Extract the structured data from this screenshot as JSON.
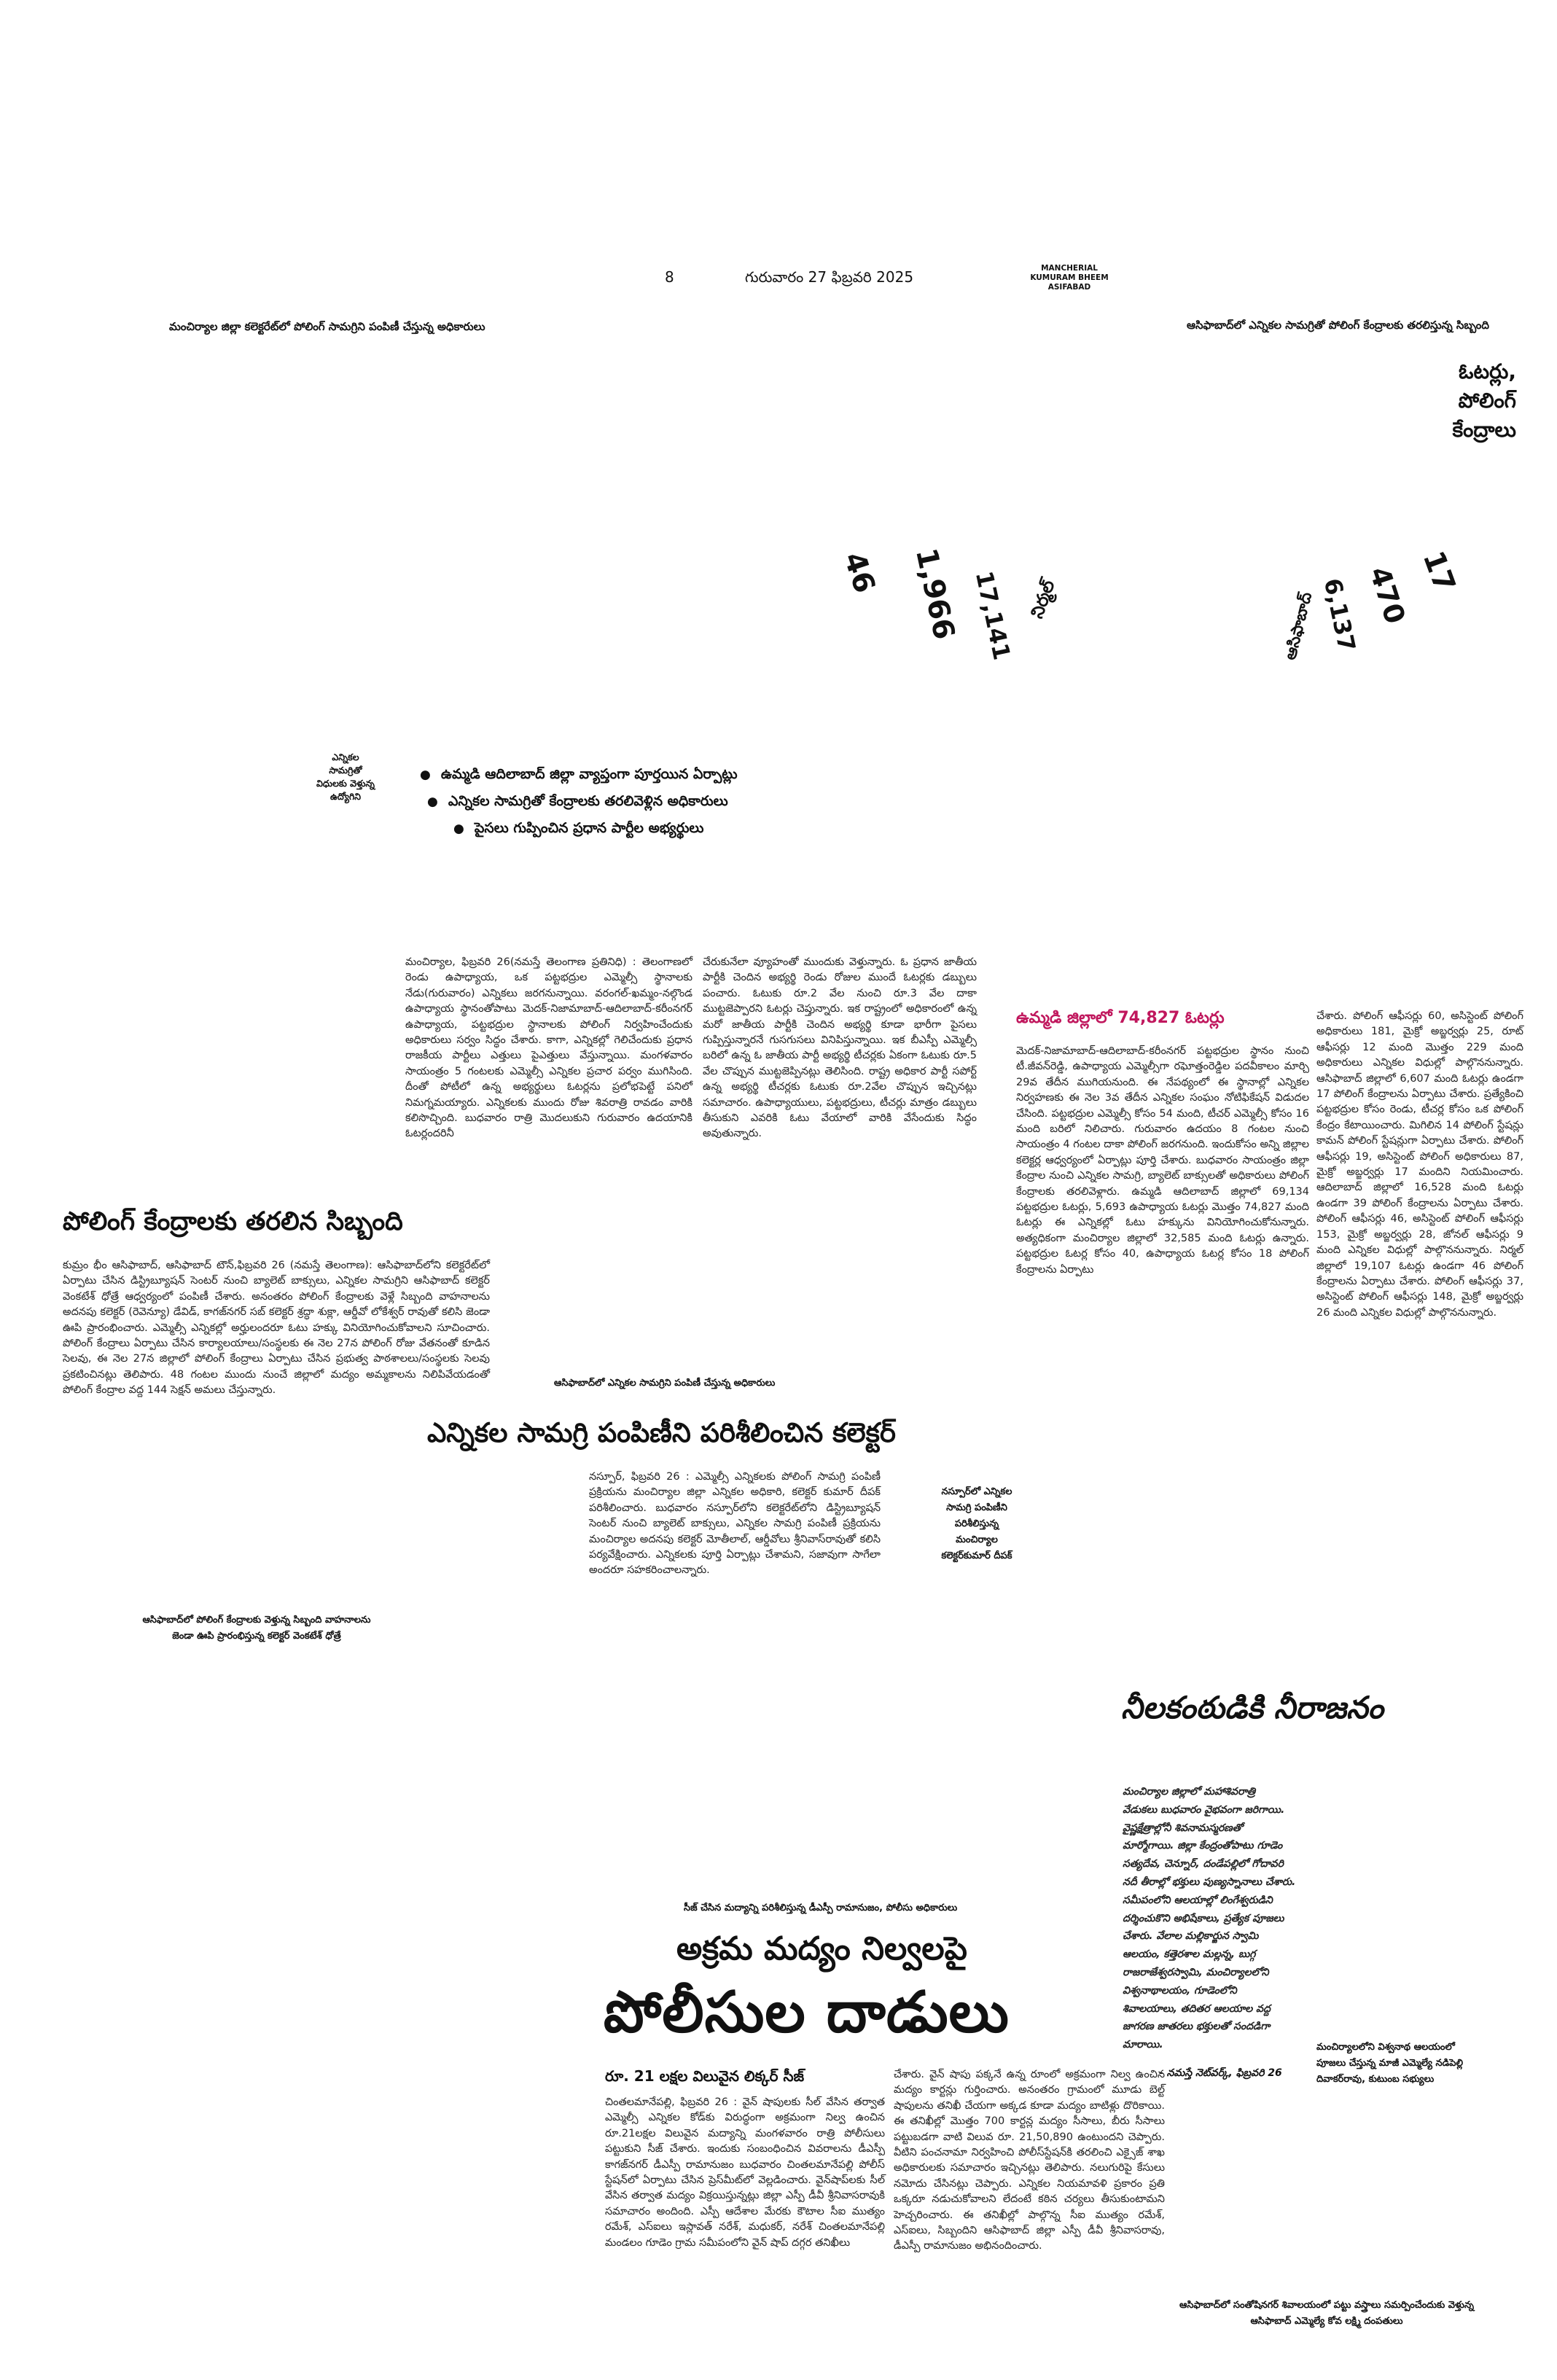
{
  "masthead": {
    "page_number": "8",
    "date": "గురువారం 27 ఫిబ్రవరి 2025",
    "edition": [
      "MANCHERIAL",
      "KUMURAM BHEEM",
      "ASIFABAD"
    ]
  },
  "captions": {
    "top_left": "మంచిర్యాల జిల్లా కలెక్టరేట్‌లో పోలింగ్ సామగ్రిని పంపిణీ చేస్తున్న అధికారులు",
    "top_right": "ఆసిఫాబాద్‌లో ఎన్నికల సామగ్రితో పోలింగ్ కేంద్రాలకు తరలిస్తున్న సిబ్బంది",
    "election_staff": [
      "ఎన్నికల",
      "సామగ్రితో",
      "విధులకు వెళ్తున్న",
      "ఉద్యోగిని"
    ],
    "asifabad_material": "ఆసిఫాబాద్‌లో ఎన్నికల సామగ్రిని పంపిణీ చేస్తున్న అధికారులు",
    "naspur": [
      "నస్పూర్‌లో ఎన్నికల",
      "సామగ్రి పంపిణీని",
      "పరిశీలిస్తున్న",
      "మంచిర్యాల",
      "కలెక్టర్‌కుమార్ దీపక్"
    ],
    "vehicles": [
      "ఆసిఫాబాద్‌లో పోలింగ్ కేంద్రాలకు వెళ్తున్న సిబ్బంది వాహనాలను",
      "జెండా ఊపి ప్రారంభిస్తున్న కలెక్టర్ వెంకటేశ్ ధోత్రే"
    ],
    "police_seized": "సీజ్ చేసిన మద్యాన్ని పరిశీలిస్తున్న డీఎస్పీ రామానుజం, పోలీసు అధికారులు",
    "mla_temple": [
      "మంచిర్యాలలోని విశ్వనాథ ఆలయంలో",
      "పూజలు చేస్తున్న మాజీ ఎమ్మెల్యే నడిపెల్లి",
      "దివాకర్‌రావు, కుటుంబ సభ్యులు"
    ],
    "bottom_right": [
      "ఆసిఫాబాద్‌లో సంతోషినగర్ శివాలయంలో పట్టు వస్త్రాలు సమర్పించేందుకు వెళ్తున్న",
      "ఆసిఫాబాద్ ఎమ్మెల్యే కోవ లక్ష్మి దంపతులు"
    ]
  },
  "infographic": {
    "title": [
      "ఓటర్లు,",
      "పోలింగ్",
      "కేంద్రాలు"
    ],
    "nirmal": {
      "polling_centres": "46",
      "voters_a": "1,966",
      "voters_b": "17,141",
      "district": "నిర్మల్"
    },
    "asifabad": {
      "polling_centres": "17",
      "voters_a": "470",
      "voters_b": "6,137",
      "district": "ఆసిఫాబాద్"
    }
  },
  "bullets": [
    "ఉమ్మడి ఆదిలాబాద్ జిల్లా వ్యాప్తంగా పూర్తయిన ఏర్పాట్లు",
    "ఎన్నికల సామగ్రితో కేంద్రాలకు తరలివెళ్లిన అధికారులు",
    "పైసలు గుప్పించిన ప్రధాన పార్టీల అభ్యర్థులు"
  ],
  "lead_story": {
    "col1": "మంచిర్యాల, ఫిబ్రవరి 26(నమస్తే తెలంగాణ ప్రతినిధి) : తెలంగాణలో రెండు ఉపాధ్యాయ, ఒక పట్టభద్రుల ఎమ్మెల్సీ స్థానాలకు నేడు(గురువారం) ఎన్నికలు జరగనున్నాయి. వరంగల్-ఖమ్మం-నల్గొండ ఉపాధ్యాయ స్థానంతోపాటు మెదక్-నిజామాబాద్-ఆదిలాబాద్-కరీంనగర్ ఉపాధ్యాయ, పట్టభద్రుల స్థానాలకు పోలింగ్ నిర్వహించేందుకు అధికారులు సర్వం సిద్ధం చేశారు. కాగా, ఎన్నికల్లో గెలిచేందుకు ప్రధాన రాజకీయ పార్టీలు ఎత్తులు పైఎత్తులు వేస్తున్నాయి. మంగళవారం సాయంత్రం 5 గంటలకు ఎమ్మెల్సీ ఎన్నికల ప్రచార పర్వం ముగిసింది. దీంతో పోటీలో ఉన్న అభ్యర్థులు ఓటర్లను ప్రలోభపెట్టే పనిలో నిమగ్నమయ్యారు. ఎన్నికలకు ముందు రోజు శివరాత్రి రావడం వారికి కలిసొచ్చింది. బుధవారం రాత్రి మొదలుకుని గురువారం ఉదయానికి ఓటర్లందరినీ",
    "col2": "చేరుకునేలా వ్యూహంతో ముందుకు వెళ్తున్నారు. ఓ ప్రధాన జాతీయ పార్టీకి చెందిన అభ్యర్థి రెండు రోజుల ముందే ఓటర్లకు డబ్బులు పంచారు. ఓటుకు రూ.2 వేల నుంచి రూ.3 వేల దాకా ముట్టజెప్పారని ఓటర్లు చెప్తున్నారు. ఇక రాష్ట్రంలో అధికారంలో ఉన్న మరో జాతీయ పార్టీకి చెందిన అభ్యర్థి కూడా భారీగా పైసలు గుప్పిస్తున్నారనే గుసగుసలు వినిపిస్తున్నాయి. ఇక బీఎస్పీ ఎమ్మెల్సీ బరిలో ఉన్న ఓ జాతీయ పార్టీ అభ్యర్థి టీచర్లకు ఏకంగా ఓటుకు రూ.5 వేల చొప్పున ముట్టజెప్పినట్లు తెలిసింది. రాష్ట్ర అధికార పార్టీ సపోర్ట్ ఉన్న అభ్యర్థి టీచర్లకు ఓటుకు రూ.2వేల చొప్పున ఇచ్చినట్లు సమాచారం. ఉపాధ్యాయులు, పట్టభద్రులు, టీచర్లు మాత్రం డబ్బులు తీసుకుని ఎవరికి ఓటు వేయాలో వారికి వేసేందుకు సిద్ధం అవుతున్నారు."
  },
  "district_story": {
    "headline": "ఉమ్మడి జిల్లాలో 74,827 ఓటర్లు",
    "col1": "మెదక్-నిజామాబాద్-ఆదిలాబాద్-కరీంనగర్ పట్టభద్రుల స్థానం నుంచి టీ.జీవన్‌రెడ్డి, ఉపాధ్యాయ ఎమ్మెల్సీగా రఘోత్తంరెడ్డిల పదవీకాలం మార్చి 29వ తేదీన ముగియనుంది. ఈ నేపథ్యంలో ఈ స్థానాల్లో ఎన్నికల నిర్వహణకు ఈ నెల 3వ తేదీన ఎన్నికల సంఘం నోటిఫికేషన్ విడుదల చేసింది. పట్టభద్రుల ఎమ్మెల్సీ కోసం 54 మంది, టీచర్ ఎమ్మెల్సీ కోసం 16 మంది బరిలో నిలిచారు. గురువారం ఉదయం 8 గంటల నుంచి సాయంత్రం 4 గంటల దాకా పోలింగ్ జరగనుంది. ఇందుకోసం అన్ని జిల్లాల కలెక్టర్ల ఆధ్వర్యంలో ఏర్పాట్లు పూర్తి చేశారు. బుధవారం సాయంత్రం జిల్లా కేంద్రాల నుంచి ఎన్నికల సామగ్రి, బ్యాలెట్ బాక్సులతో అధికారులు పోలింగ్ కేంద్రాలకు తరలివెళ్లారు. ఉమ్మడి ఆదిలాబాద్ జిల్లాలో 69,134 పట్టభద్రుల ఓటర్లు, 5,693 ఉపాధ్యాయ ఓటర్లు మొత్తం 74,827 మంది ఓటర్లు ఈ ఎన్నికల్లో ఓటు హక్కును వినియోగించుకోనున్నారు. అత్యధికంగా మంచిర్యాల జిల్లాలో 32,585 మంది ఓటర్లు ఉన్నారు. పట్టభద్రుల ఓటర్ల కోసం 40, ఉపాధ్యాయ ఓటర్ల కోసం 18 పోలింగ్ కేంద్రాలను ఏర్పాటు",
    "col2": "చేశారు. పోలింగ్ ఆఫీసర్లు 60, అసిస్టెంట్ పోలింగ్ అధికారులు 181, మైక్రో అబ్జర్వర్లు 25, రూట్ ఆఫీసర్లు 12 మంది మొత్తం 229 మంది అధికారులు ఎన్నికల విధుల్లో పాల్గొననున్నారు. ఆసిఫాబాద్ జిల్లాలో 6,607 మంది ఓటర్లు ఉండగా 17 పోలింగ్ కేంద్రాలను ఏర్పాటు చేశారు. ప్రత్యేకించి పట్టభద్రుల కోసం రెండు, టీచర్ల కోసం ఒక పోలింగ్ కేంద్రం కేటాయించారు. మిగిలిన 14 పోలింగ్ స్టేషన్లు కామన్ పోలింగ్ స్టేషన్లుగా ఏర్పాటు చేశారు. పోలింగ్ ఆఫీసర్లు 19, అసిస్టెంట్ పోలింగ్ అధికారులు 87, మైక్రో అబ్జర్వర్లు 17 మందిని నియమించారు. ఆదిలాబాద్ జిల్లాలో 16,528 మంది ఓటర్లు ఉండగా 39 పోలింగ్ కేంద్రాలను ఏర్పాటు చేశారు. పోలింగ్ ఆఫీసర్లు 46, అసిస్టెంట్ పోలింగ్ ఆఫీసర్లు 153, మైక్రో అబ్జర్వర్లు 28, జోనల్ ఆఫీసర్లు 9 మంది ఎన్నికల విధుల్లో పాల్గొననున్నారు. నిర్మల్ జిల్లాలో 19,107 ఓటర్లు ఉండగా 46 పోలింగ్ కేంద్రాలను ఏర్పాటు చేశారు. పోలింగ్ ఆఫీసర్లు 37, అసిస్టెంట్ పోలింగ్ ఆఫీసర్లు 148, మైక్రో అబ్జర్వర్లు 26 మంది ఎన్నికల విధుల్లో పాల్గొననున్నారు."
  },
  "staff_story": {
    "headline": "పోలింగ్ కేంద్రాలకు తరలిన సిబ్బంది",
    "body": "కుమ్రం భీం ఆసిఫాబాద్, ఆసిఫాబాద్ టౌన్,ఫిబ్రవరి 26 (నమస్తే తెలంగాణ): ఆసిఫాబాద్‌లోని కలెక్టరేట్‌లో ఏర్పాటు చేసిన డిస్ట్రిబ్యూషన్ సెంటర్ నుంచి బ్యాలెట్ బాక్సులు, ఎన్నికల సామగ్రిని ఆసిఫాబాద్ కలెక్టర్ వెంకటేశ్ ధోత్రే ఆధ్వర్యంలో పంపిణీ చేశారు. అనంతరం పోలింగ్ కేంద్రాలకు వెళ్లే సిబ్బంది వాహనాలను అదనపు కలెక్టర్ (రెవెన్యూ) డేవిడ్, కాగజ్‌నగర్ సబ్ కలెక్టర్ శ్రద్ధా శుక్లా, ఆర్డీవో లోకేశ్వర్ రావుతో కలిసి జెండా ఊపి ప్రారంభించారు. ఎమ్మెల్సీ ఎన్నికల్లో అర్హులందరూ ఓటు హక్కు వినియోగించుకోవాలని సూచించారు. పోలింగ్ కేంద్రాలు ఏర్పాటు చేసిన కార్యాలయాలు/సంస్థలకు ఈ నెల 27న పోలింగ్ రోజు వేతనంతో కూడిన సెలవు, ఈ నెల 27న జిల్లాలో పోలింగ్ కేంద్రాలు ఏర్పాటు చేసిన ప్రభుత్వ పాఠశాలలు/సంస్థలకు సెలవు ప్రకటించినట్లు తెలిపారు. 48 గంటల ముందు నుంచే జిల్లాలో మద్యం అమ్మకాలను నిలిపివేయడంతో పోలింగ్ కేంద్రాల వద్ద 144 సెక్షన్ అమలు చేస్తున్నారు."
  },
  "collector_story": {
    "headline": "ఎన్నికల సామగ్రి పంపిణీని పరిశీలించిన కలెక్టర్",
    "body": "నస్పూర్, ఫిబ్రవరి 26 : ఎమ్మెల్సీ ఎన్నికలకు పోలింగ్ సామగ్రి పంపిణీ ప్రక్రియను మంచిర్యాల జిల్లా ఎన్నికల అధికారి, కలెక్టర్ కుమార్ దీపక్ పరిశీలించారు. బుధవారం నస్పూర్‌లోని కలెక్టరేట్‌లోని డిస్ట్రిబ్యూషన్ సెంటర్ నుంచి బ్యాలెట్ బాక్సులు, ఎన్నికల సామగ్రి పంపిణీ ప్రక్రియను మంచిర్యాల అదనపు కలెక్టర్ మోతీలాల్, ఆర్డీవోలు శ్రీనివాస్‌రావుతో కలిసి పర్యవేక్షించారు. ఎన్నికలకు పూర్తి ఏర్పాట్లు చేశామని, సజావుగా సాగేలా అందరూ సహకరించాలన్నారు."
  },
  "temple_story": {
    "headline": "నీలకంఠుడికి నీరాజనం",
    "lines": [
      "మంచిర్యాల జిల్లాలో మహాశివరాత్రి",
      "వేడుకలు బుధవారం వైభవంగా జరిగాయి.",
      "వైష్ణక్షేత్రాల్లోనీ శివనామస్మరణతో",
      "మార్మోగాయి. జిల్లా కేంద్రంతోపాటు గూడెం",
      "సత్యదేవ, చెన్నూర్, దండేపల్లిలో గోదావరి",
      "నదీ తీరాల్లో భక్తులు పుణ్యస్నానాలు చేశారు.",
      "సమీపంలోని ఆలయాల్లో లింగేశ్వరుడిని",
      "దర్శించుకొని అభిషేకాలు, ప్రత్యేక పూజలు",
      "చేశారు. వేలాల మల్లికార్జున స్వామి",
      "ఆలయం, కత్తెరశాల మల్లన్న, బుగ్గ",
      "రాజరాజేశ్వరస్వామి, మంచిర్యాలలోని",
      "విశ్వనాథాలయం, గూడెంలోని",
      "శివాలయాలు, తదితర ఆలయాల వద్ద",
      "జాగరణ జాతరలు భక్తులతో సందడిగా",
      "మారాయి."
    ],
    "credit": "- నమస్తే నెట్‌వర్క్, ఫిబ్రవరి 26"
  },
  "police_story": {
    "kicker": "అక్రమ మద్యం నిల్వలపై",
    "headline": "పోలీసుల దాడులు",
    "deck": "రూ. 21 లక్షల విలువైన లిక్కర్ సీజ్",
    "col1": "చింతలమానేపల్లి, ఫిబ్రవరి 26 : వైన్ షాపులకు సీల్ వేసిన తర్వాత ఎమ్మెల్సీ ఎన్నికల కోడ్‌కు విరుద్ధంగా అక్రమంగా నిల్వ ఉంచిన రూ.21లక్షల విలువైన మద్యాన్ని మంగళవారం రాత్రి పోలీసులు పట్టుకుని సీజ్ చేశారు. ఇందుకు సంబంధించిన వివరాలను డీఎస్పీ కాగజ్‌నగర్ డీఎస్పీ రామానుజం బుధవారం చింతలమానేపల్లి పోలీస్ స్టేషన్‌లో ఏర్పాటు చేసిన ప్రెస్‌మీట్‌లో వెల్లడించారు. వైన్‌షాప్‌లకు సీల్ వేసిన తర్వాత మద్యం విక్రయిస్తున్నట్లు జిల్లా ఎస్పీ డీవీ శ్రీనివాసరావుకి సమాచారం అందింది. ఎస్పీ ఆదేశాల మేరకు కౌటాల సీఐ ముత్యం రమేశ్, ఎస్‌ఐలు ఇస్లావత్ నరేశ్, మధుకర్, నరేశ్ చింతలమానేపల్లి మండలం గూడెం గ్రామ సమీపంలోని వైన్ షాప్ దగ్గర తనిఖీలు",
    "col2": "చేశారు. వైన్ షాపు పక్కనే ఉన్న రూంలో అక్రమంగా నిల్వ ఉంచిన మద్యం కార్టన్లు గుర్తించారు. అనంతరం గ్రామంలో మూడు బెల్ట్ షాపులను తనిఖీ చేయగా అక్కడ కూడా మద్యం బాటిళ్లు దొరికాయి. ఈ తనిఖీల్లో మొత్తం 700 కార్టన్ల మద్యం సీసాలు, బీరు సీసాలు పట్టుబడగా వాటి విలువ రూ. 21,50,890 ఉంటుందని చెప్పారు. వీటిని పంచనామా నిర్వహించి పోలీస్‌స్టేషన్‌కి తరలించి ఎక్సైజ్ శాఖ అధికారులకు సమాచారం ఇచ్చినట్లు తెలిపారు. నలుగురిపై కేసులు నమోదు చేసినట్లు చెప్పారు. ఎన్నికల నియమావళి ప్రకారం ప్రతి ఒక్కరూ నడుచుకోవాలని లేదంటే కఠిన చర్యలు తీసుకుంటామని హెచ్చరించారు. ఈ తనిఖీల్లో పాల్గొన్న సీఐ ముత్యం రమేశ్, ఎస్‌ఐలు, సిబ్బందిని ఆసిఫాబాద్ జిల్లా ఎస్పీ డీవీ శ్రీనివాసరావు, డీఎస్పీ రామానుజం అభినందించారు."
  }
}
